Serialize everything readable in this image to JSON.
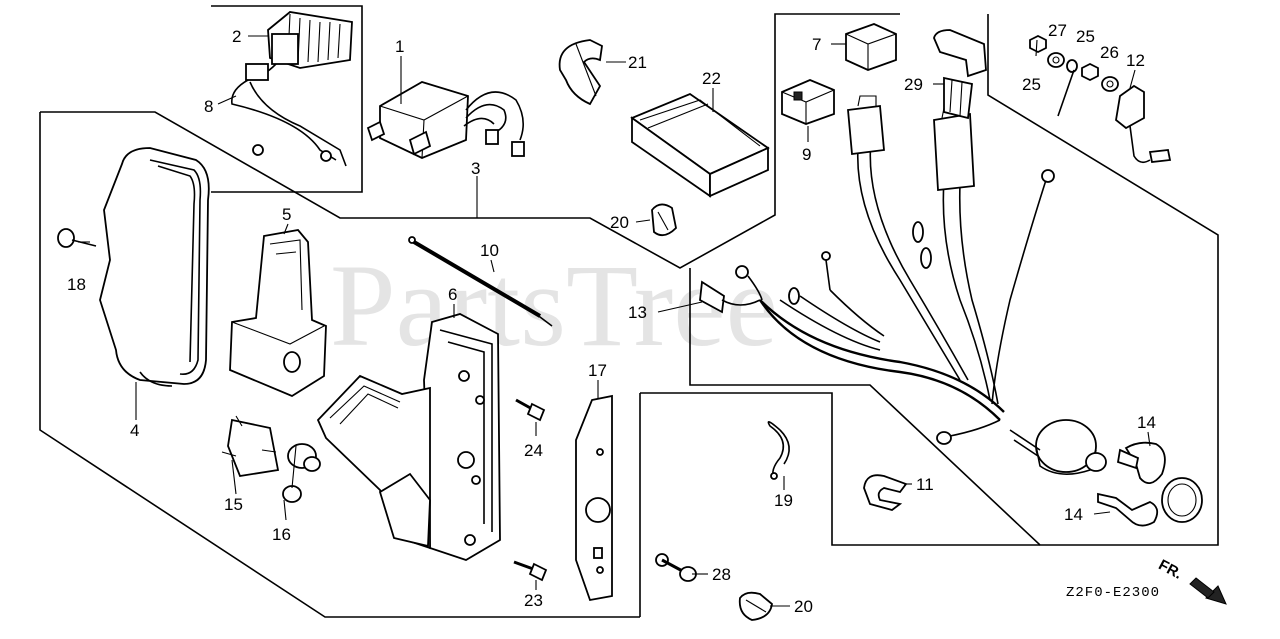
{
  "watermark": "PartsTree",
  "diagram_code": "Z2F0-E2300",
  "front_marker": "FR.",
  "parts": {
    "p1": "1",
    "p2": "2",
    "p3": "3",
    "p4": "4",
    "p5": "5",
    "p6": "6",
    "p7": "7",
    "p8": "8",
    "p9": "9",
    "p10": "10",
    "p11": "11",
    "p12": "12",
    "p13": "13",
    "p14a": "14",
    "p14b": "14",
    "p15": "15",
    "p16": "16",
    "p17": "17",
    "p18": "18",
    "p19": "19",
    "p20a": "20",
    "p20b": "20",
    "p21": "21",
    "p22": "22",
    "p23": "23",
    "p24": "24",
    "p25a": "25",
    "p25b": "25",
    "p26": "26",
    "p27": "27",
    "p28": "28",
    "p29": "29"
  }
}
